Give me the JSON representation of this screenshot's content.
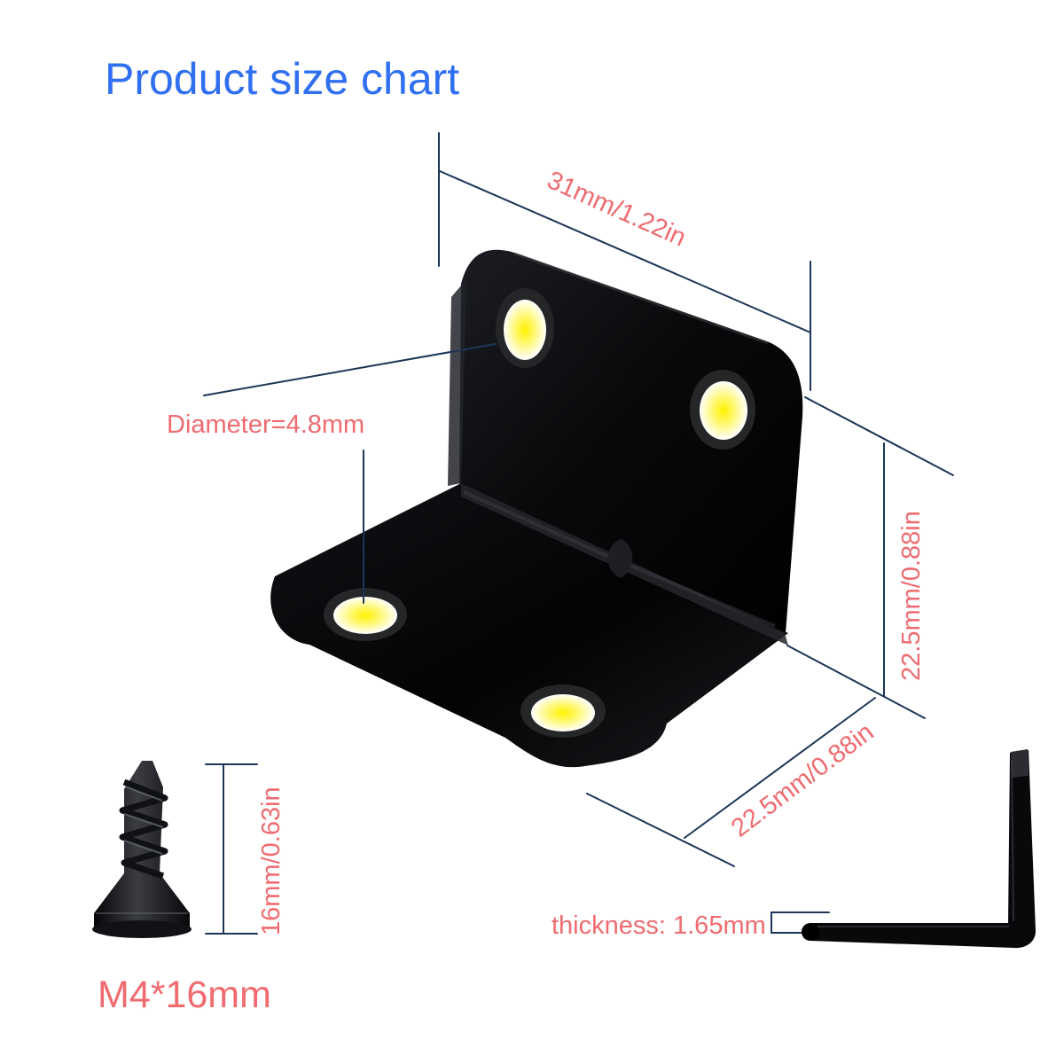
{
  "title": "Product size chart",
  "labels": {
    "width": "31mm/1.22in",
    "diameter": "Diameter=4.8mm",
    "height": "22.5mm/0.88in",
    "depth": "22.5mm/0.88in",
    "screw_length": "16mm/0.63in",
    "screw_size": "M4*16mm",
    "thickness": "thickness: 1.65mm"
  },
  "icons": {
    "bracket": "l-bracket-icon",
    "screw": "screw-icon",
    "wrench": "allen-wrench-icon"
  },
  "colors": {
    "title": "#2f6ff0",
    "dimension_text": "#ef6b70",
    "dimension_line": "#1d3557",
    "bracket": "#090a0c",
    "hole_light": "#fff200"
  }
}
